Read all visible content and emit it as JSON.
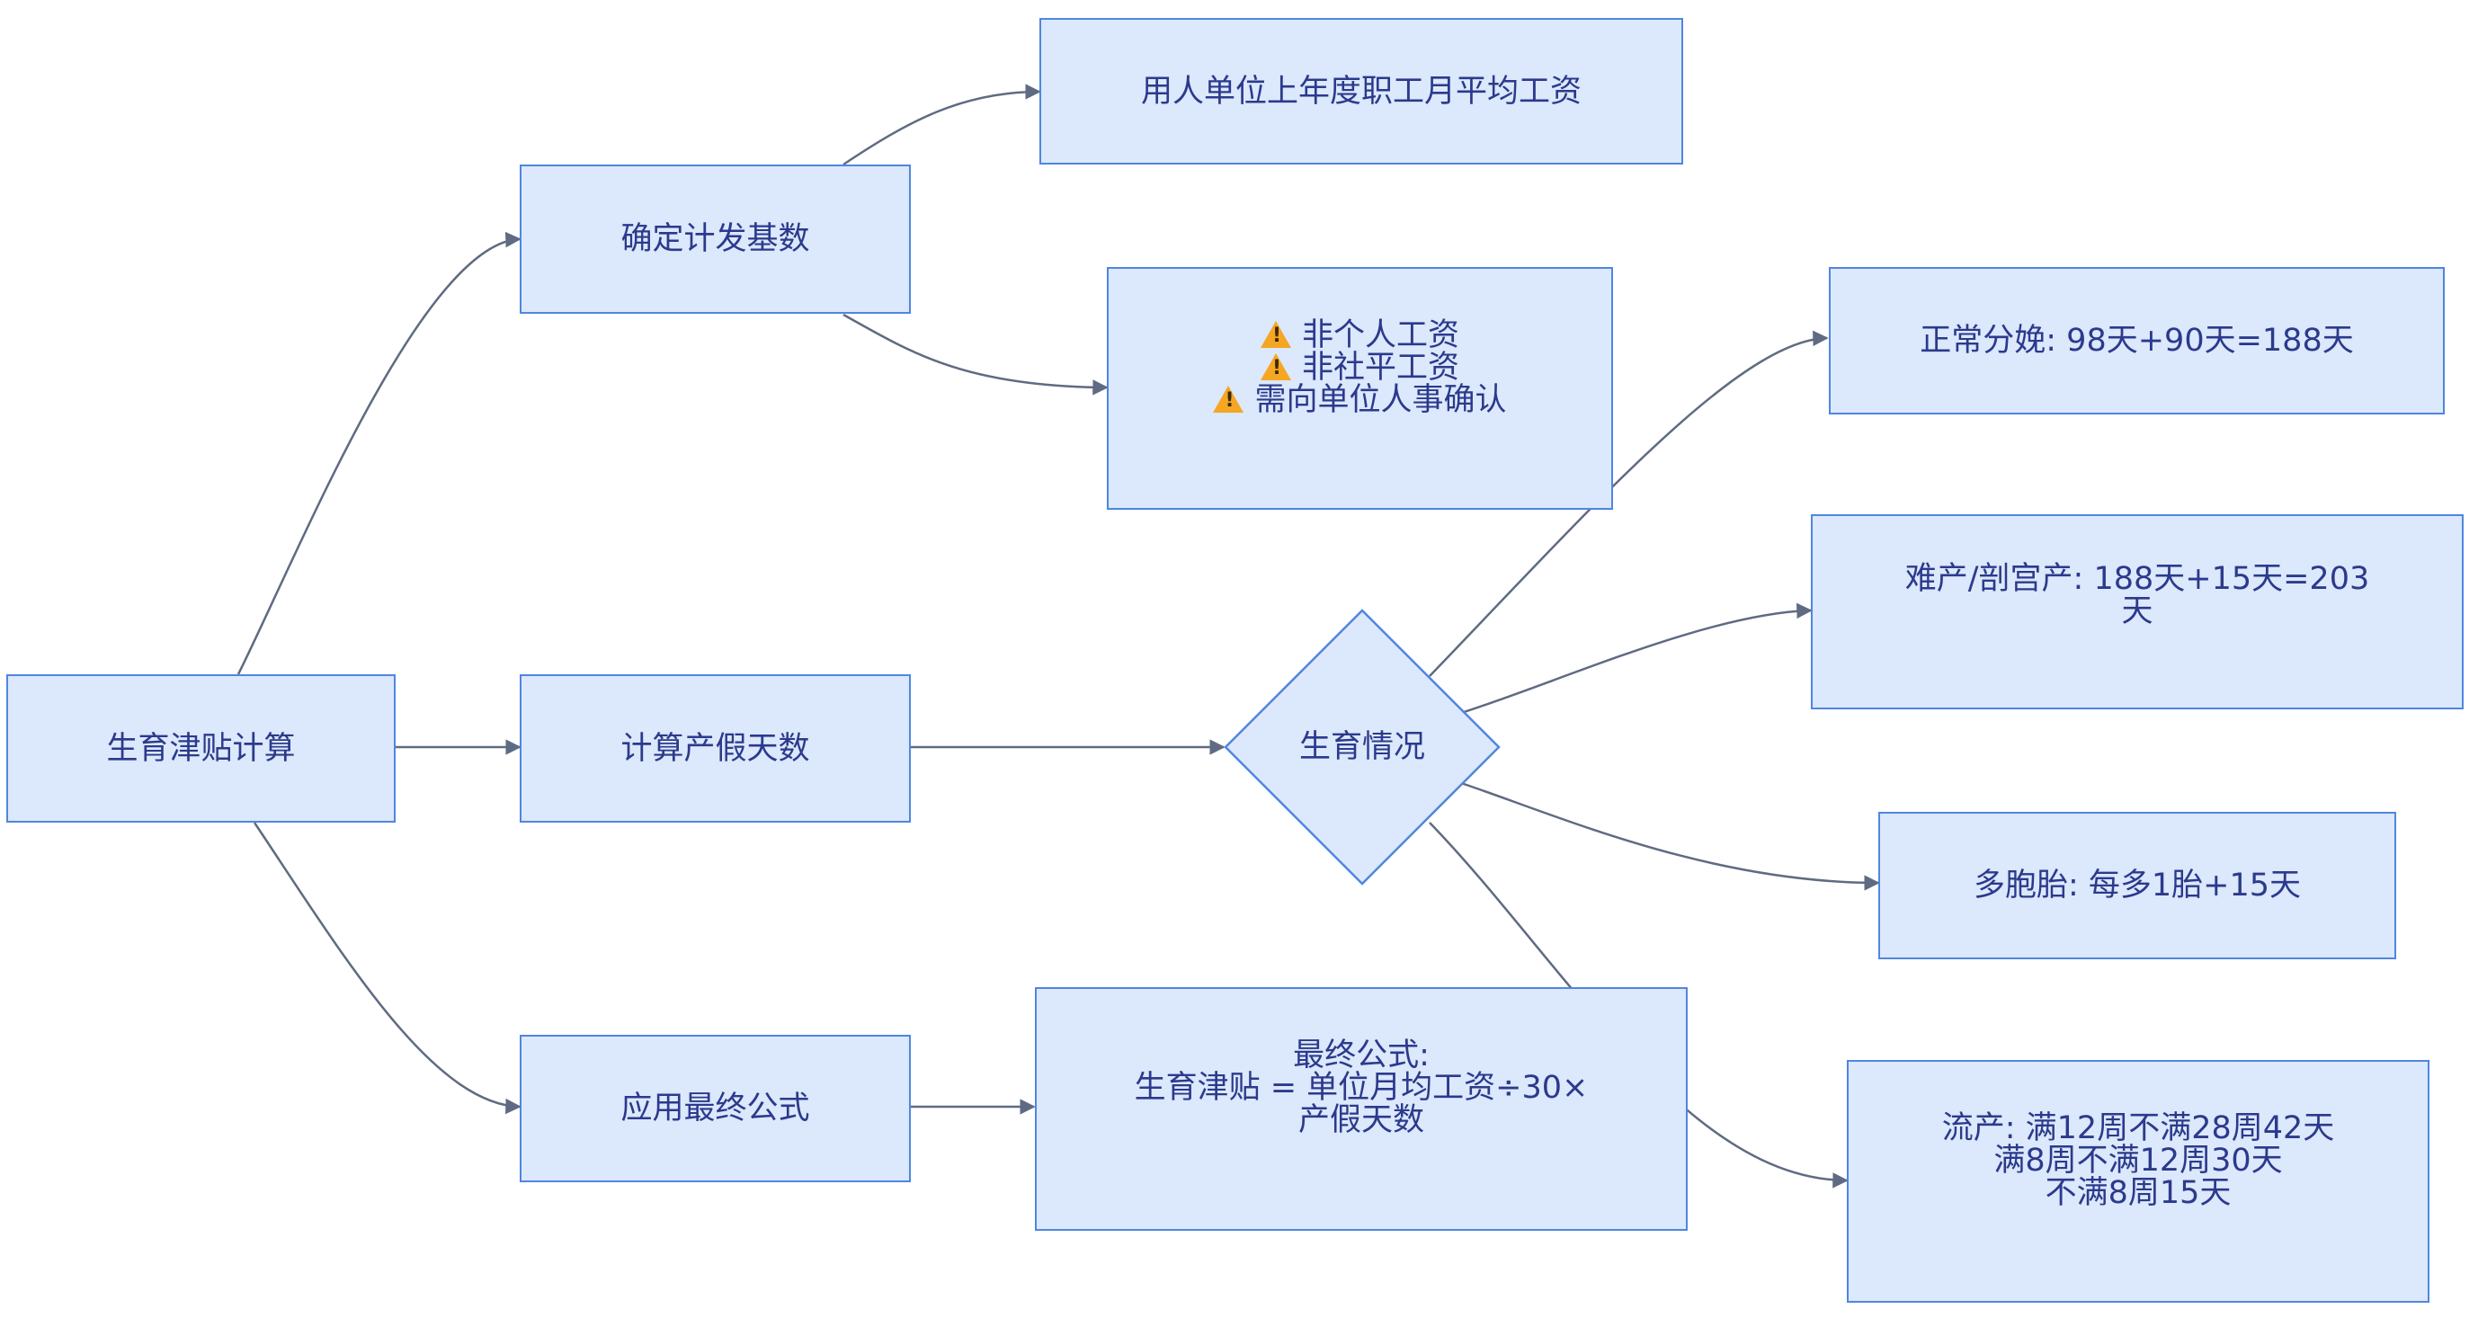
{
  "nodes": {
    "root": "生育津贴计算",
    "base": "确定计发基数",
    "days": "计算产假天数",
    "formula": "应用最终公式",
    "avg_salary": "用人单位上年度职工月平均工资",
    "warnings": [
      "非个人工资",
      "非社平工资",
      "需向单位人事确认"
    ],
    "situation": "生育情况",
    "normal": "正常分娩: 98天+90天=188天",
    "hard": [
      "难产/剖宫产: 188天+15天=203",
      "天"
    ],
    "multi": "多胞胎: 每多1胎+15天",
    "final": [
      "最终公式:",
      "生育津贴 = 单位月均工资÷30×",
      "产假天数"
    ],
    "miscarriage": [
      "流产: 满12周不满28周42天",
      "满8周不满12周30天",
      "不满8周15天"
    ]
  },
  "icons": {
    "warning": "warning-icon"
  },
  "colors": {
    "node_fill": "#dce8fb",
    "node_border": "#4f86e0",
    "text": "#2b3a8c",
    "edge": "#5f6b82",
    "warning": "#f5a623"
  }
}
